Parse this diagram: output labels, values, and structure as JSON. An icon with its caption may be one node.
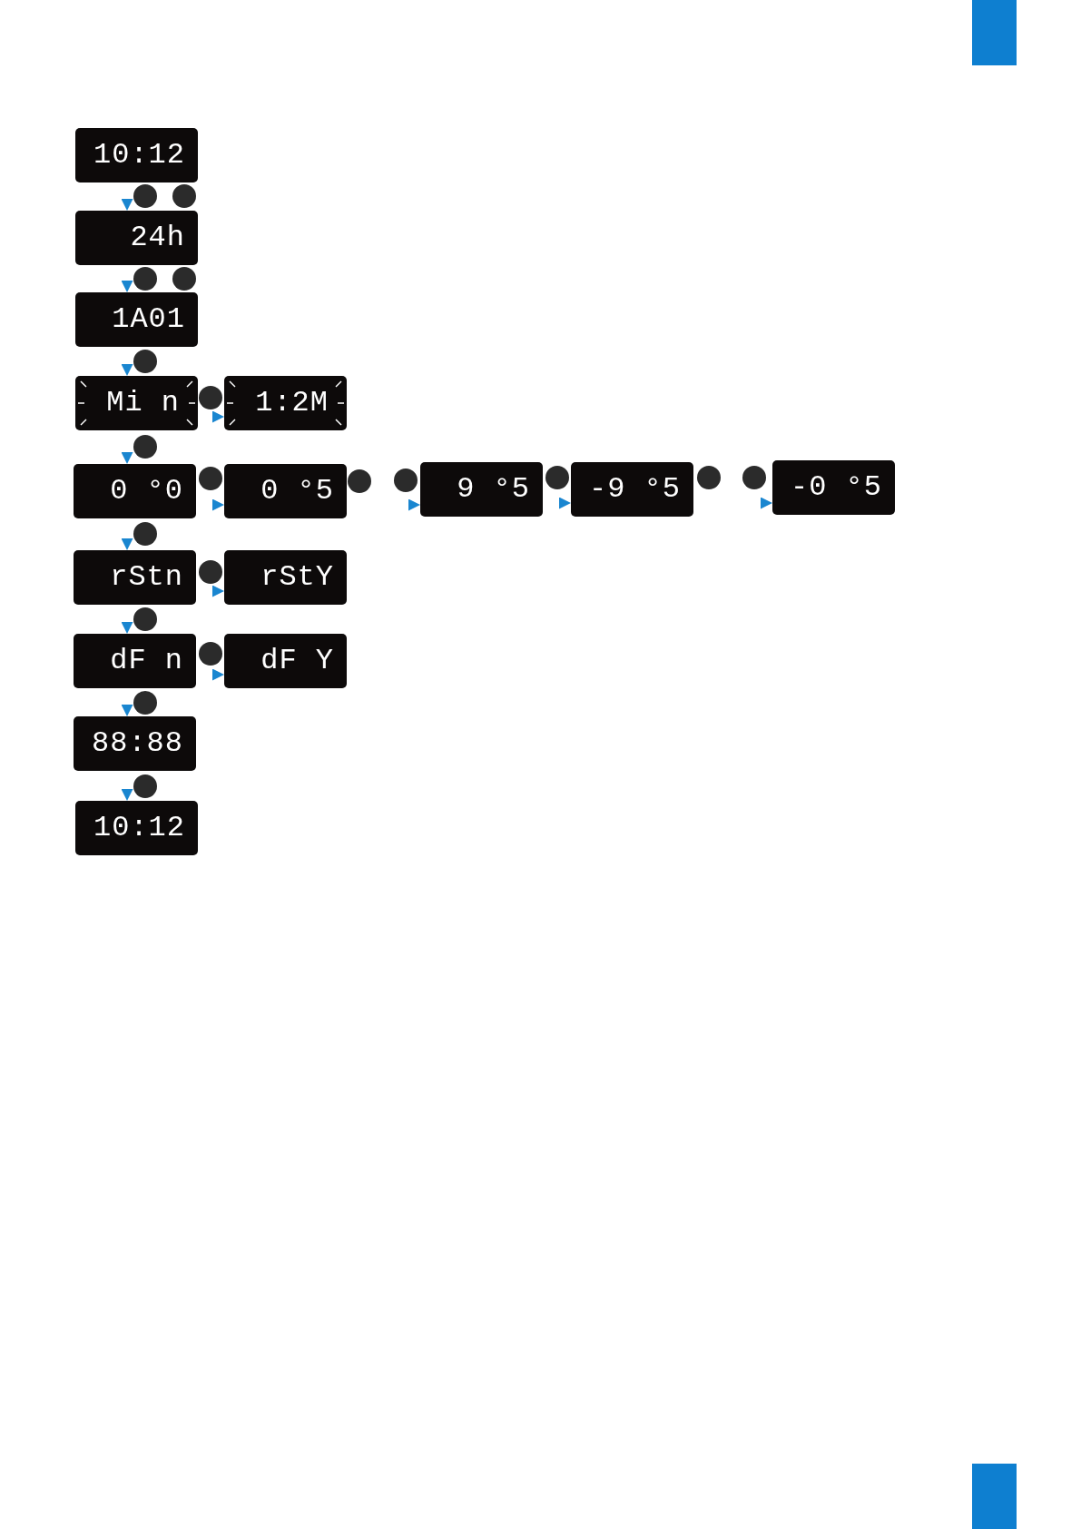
{
  "diagram": {
    "nodes": [
      {
        "text": [
          "10:12"
        ]
      },
      {
        "text": [
          "24h"
        ]
      },
      {
        "text": [
          "1A01"
        ]
      },
      {
        "text": [
          "Mi n"
        ]
      },
      {
        "text": [
          "1:2M"
        ]
      },
      {
        "text": [
          "0 °0"
        ]
      },
      {
        "text": [
          "0 °5"
        ]
      },
      {
        "text": [
          "9 °5"
        ]
      },
      {
        "text": [
          "-9 °5"
        ]
      },
      {
        "text": [
          "-0 °5"
        ]
      },
      {
        "text": [
          "rStn"
        ]
      },
      {
        "text": [
          "rStY"
        ]
      },
      {
        "text": [
          "dF n"
        ]
      },
      {
        "text": [
          "dF Y"
        ]
      },
      {
        "text": [
          "88:88"
        ]
      },
      {
        "text": [
          "10:12"
        ]
      }
    ],
    "edges": [
      {
        "from": 0,
        "to": 1,
        "arrow": "to"
      },
      {
        "from": 1,
        "to": 2,
        "arrow": "to"
      },
      {
        "from": 2,
        "to": 3,
        "arrow": "to"
      },
      {
        "from": 3,
        "to": 4,
        "arrow": "to"
      },
      {
        "from": 3,
        "to": 5,
        "arrow": "to"
      },
      {
        "from": 5,
        "to": 6,
        "arrow": "to"
      },
      {
        "from": 6,
        "to": 7,
        "arrow": "to"
      },
      {
        "from": 7,
        "to": 8,
        "arrow": "to"
      },
      {
        "from": 8,
        "to": 9,
        "arrow": "to"
      },
      {
        "from": 5,
        "to": 10,
        "arrow": "to"
      },
      {
        "from": 10,
        "to": 11,
        "arrow": "to"
      },
      {
        "from": 10,
        "to": 12,
        "arrow": "to"
      },
      {
        "from": 12,
        "to": 13,
        "arrow": "to"
      },
      {
        "from": 12,
        "to": 14,
        "arrow": "to"
      },
      {
        "from": 14,
        "to": 15,
        "arrow": "to"
      }
    ]
  }
}
